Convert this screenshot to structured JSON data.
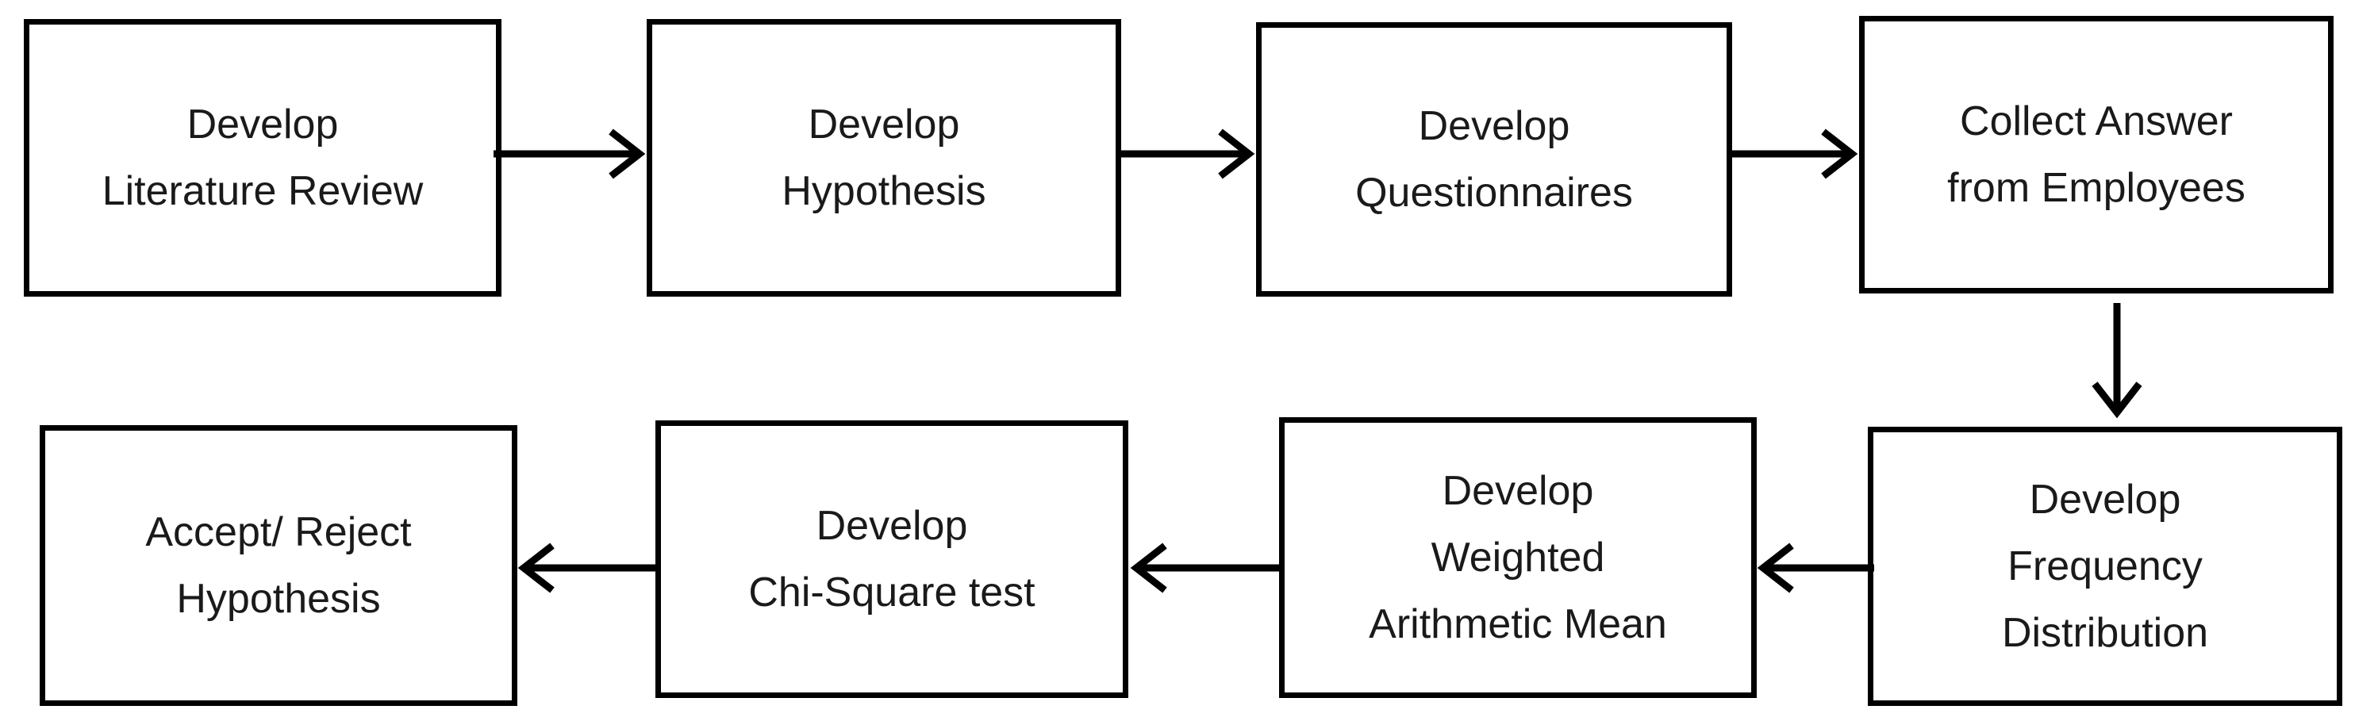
{
  "steps": {
    "literature_review": [
      "Develop",
      "Literature Review"
    ],
    "hypothesis": [
      "Develop",
      "Hypothesis"
    ],
    "questionnaires": [
      "Develop",
      "Questionnaires"
    ],
    "collect_answer": [
      "Collect Answer",
      "from Employees"
    ],
    "frequency_distribution": [
      "Develop",
      "Frequency",
      "Distribution"
    ],
    "weighted_mean": [
      "Develop",
      "Weighted",
      "Arithmetic Mean"
    ],
    "chi_square": [
      "Develop",
      "Chi-Square test"
    ],
    "accept_reject": [
      "Accept/ Reject",
      "Hypothesis"
    ]
  },
  "colors": {
    "border": "#000000",
    "text": "#1a1a1a",
    "background": "#ffffff"
  }
}
